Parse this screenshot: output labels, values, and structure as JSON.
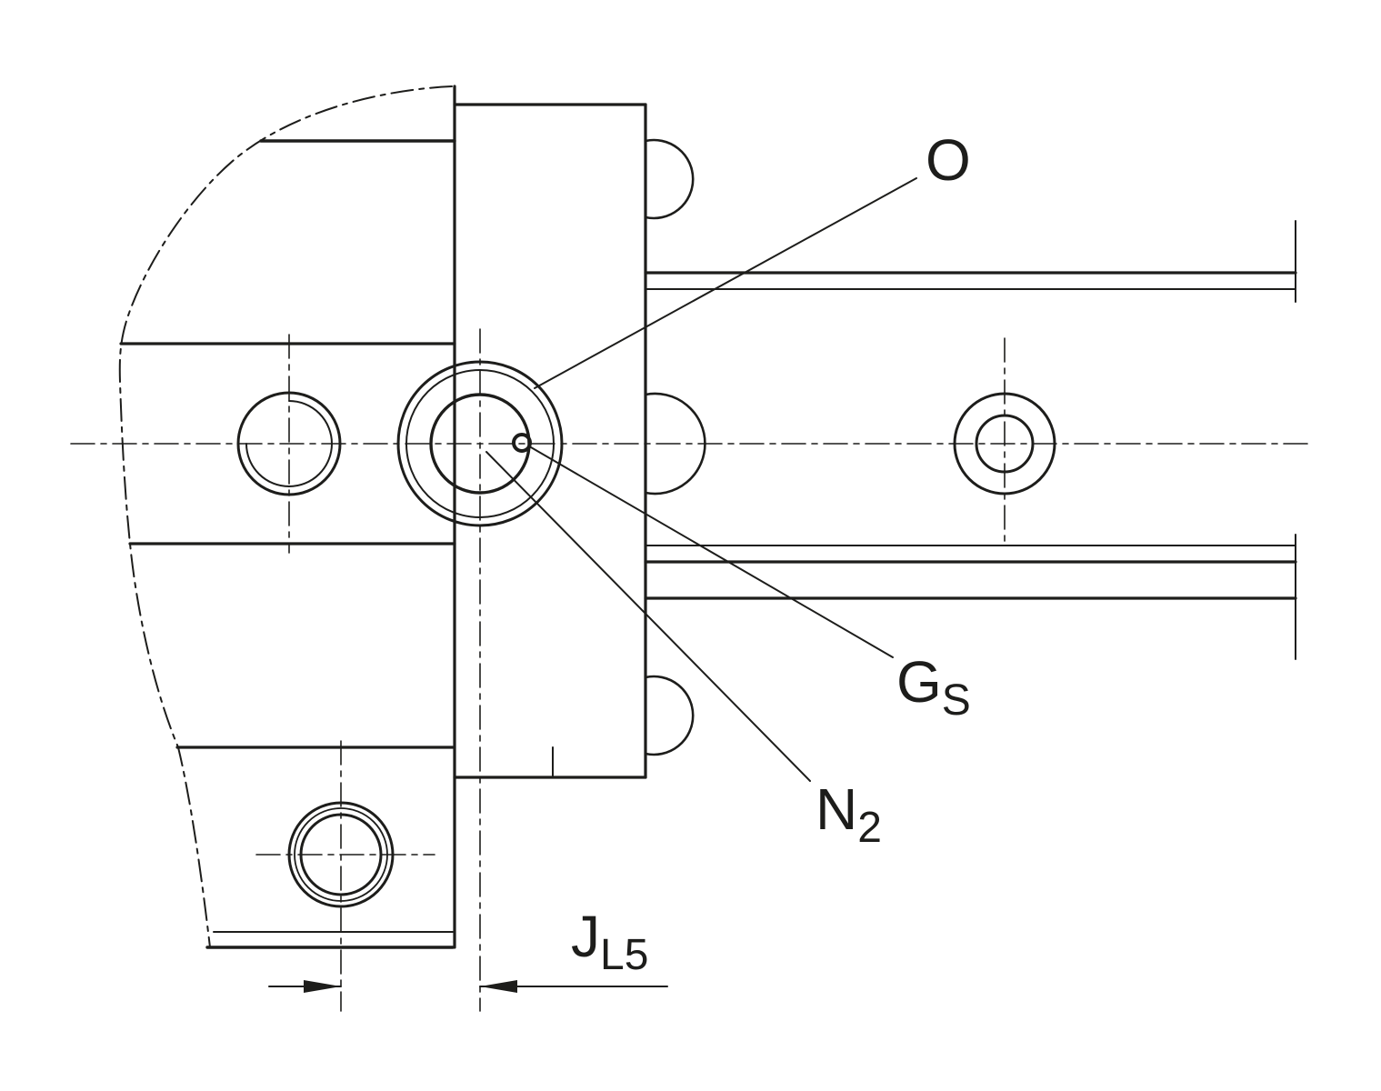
{
  "canvas": {
    "background": "#ffffff",
    "line_color": "#1d1d1b"
  },
  "drawing": {
    "type": "technical-section-view",
    "subject": "linear guide carriage end plate with lubrication port on rail"
  },
  "labels": {
    "o": {
      "text": "O"
    },
    "gs": {
      "main": "G",
      "sub": "S"
    },
    "n2": {
      "main": "N",
      "sub": "2"
    },
    "jl5": {
      "main": "J",
      "sub": "L5"
    }
  }
}
